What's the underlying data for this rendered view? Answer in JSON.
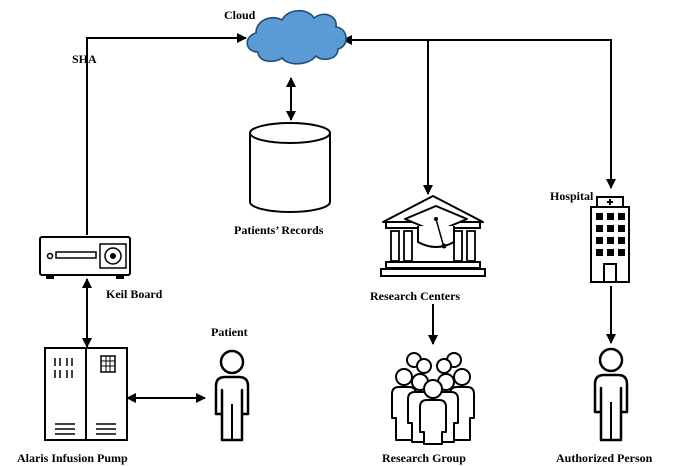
{
  "labels": {
    "cloud": "Cloud",
    "sha": "SHA",
    "patients_records": "Patients’ Records",
    "hospital": "Hospital",
    "keil_board": "Keil Board",
    "research_centers": "Research Centers",
    "patient": "Patient",
    "alaris_infusion_pump": "Alaris Infusion Pump",
    "research_group": "Research Group",
    "authorized_person": "Authorized Person"
  },
  "icons": {
    "cloud": "cloud-icon",
    "records": "database-icon",
    "keil_board": "circuit-board-icon",
    "infusion_pump": "infusion-pump-icon",
    "patient": "person-icon",
    "research_centers": "graduation-building-icon",
    "research_group": "group-icon",
    "hospital": "hospital-building-icon",
    "authorized_person": "person-icon"
  },
  "colors": {
    "cloud_fill": "#5b9bd5",
    "stroke": "#000000"
  }
}
